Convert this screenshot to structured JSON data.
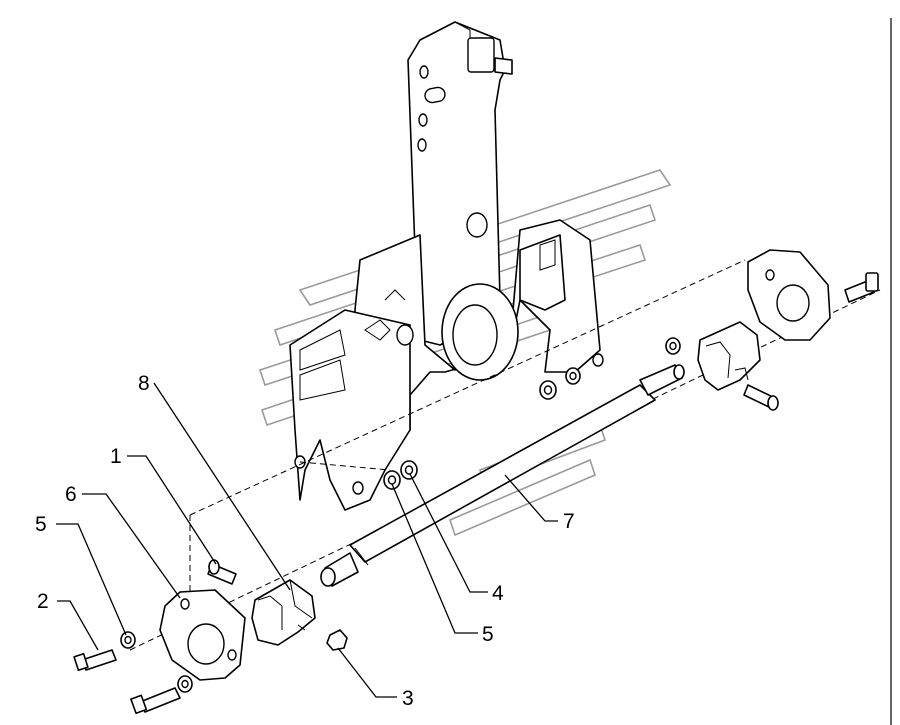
{
  "callouts": [
    {
      "id": "8",
      "label": "8"
    },
    {
      "id": "1",
      "label": "1"
    },
    {
      "id": "6",
      "label": "6"
    },
    {
      "id": "5a",
      "label": "5"
    },
    {
      "id": "2",
      "label": "2"
    },
    {
      "id": "3",
      "label": "3"
    },
    {
      "id": "5b",
      "label": "5"
    },
    {
      "id": "4",
      "label": "4"
    },
    {
      "id": "7",
      "label": "7"
    }
  ]
}
